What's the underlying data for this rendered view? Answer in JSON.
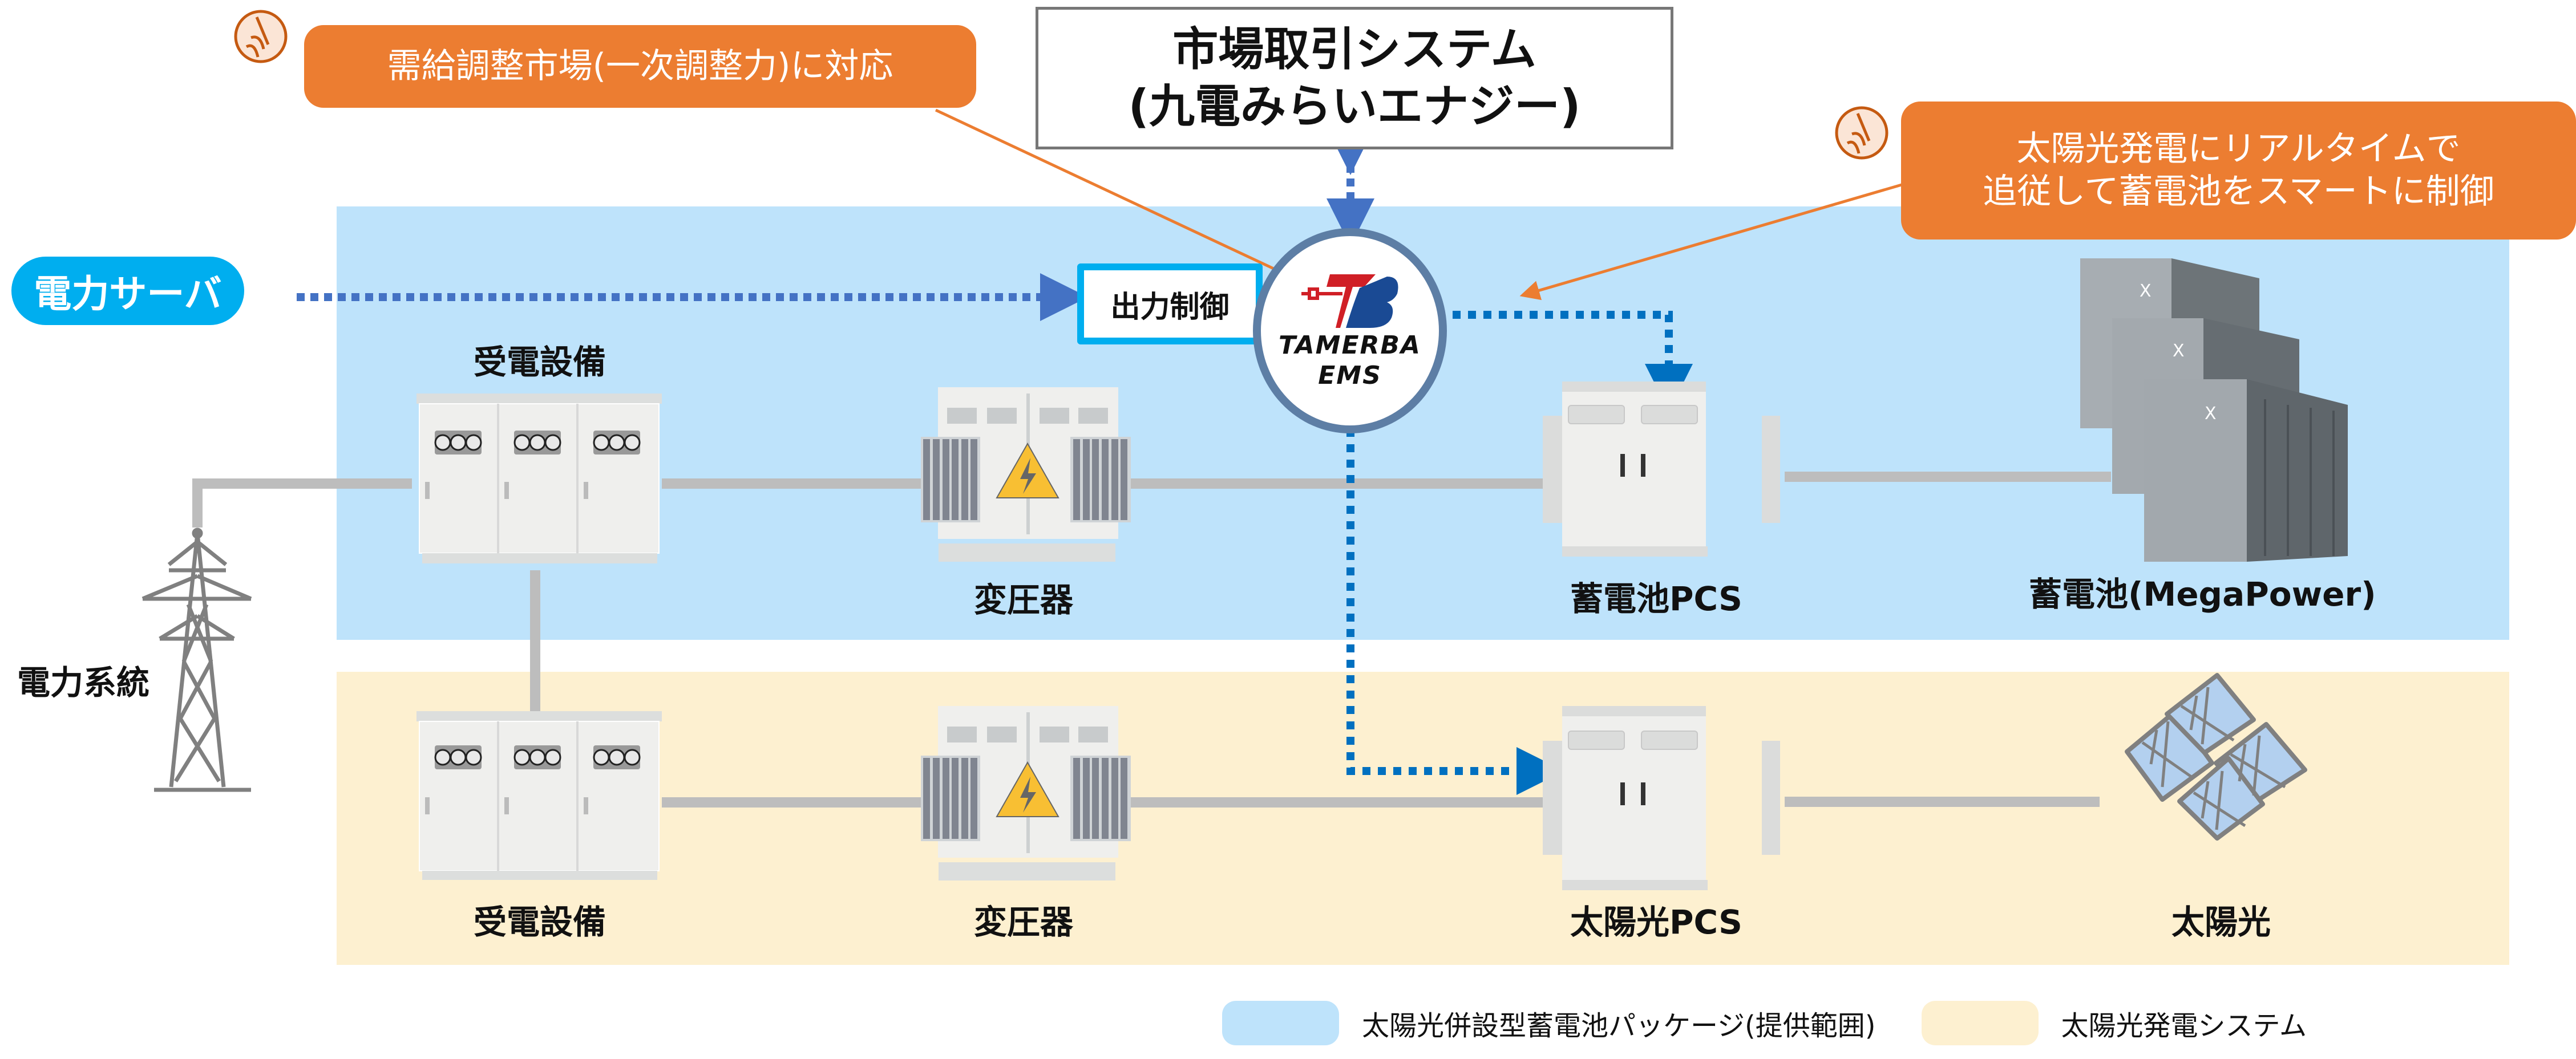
{
  "diagram": {
    "callouts": {
      "market": "需給調整市場(一次調整力)に対応",
      "solar_tracking_line1": "太陽光発電にリアルタイムで",
      "solar_tracking_line2": "追従して蓄電池をスマートに制御"
    },
    "market_system": {
      "line1": "市場取引システム",
      "line2": "(九電みらいエナジー)"
    },
    "power_server": "電力サーバ",
    "output_control": "出力制御",
    "ems": {
      "logo_mark": "TB",
      "name_line1": "TAMERBA",
      "name_line2": "EMS"
    },
    "grid_label": "電力系統",
    "top_row": {
      "substation": "受電設備",
      "transformer": "変圧器",
      "battery_pcs": "蓄電池PCS",
      "battery": "蓄電池(MegaPower)"
    },
    "bottom_row": {
      "substation": "受電設備",
      "transformer": "変圧器",
      "solar_pcs": "太陽光PCS",
      "solar": "太陽光"
    },
    "legend": [
      {
        "label": "太陽光併設型蓄電池パッケージ(提供範囲)",
        "color": "#bee3fb"
      },
      {
        "label": "太陽光発電システム",
        "color": "#fdf0d0"
      }
    ],
    "colors": {
      "callout": "#ec7d31",
      "server": "#00aeef",
      "link_dashed": "#4472c4",
      "control_dashed": "#0070c0",
      "power_line": "#bdbdbd",
      "ems_ring": "#5d7ea5",
      "logo_red": "#d01f26",
      "logo_blue": "#1a4a94"
    }
  }
}
